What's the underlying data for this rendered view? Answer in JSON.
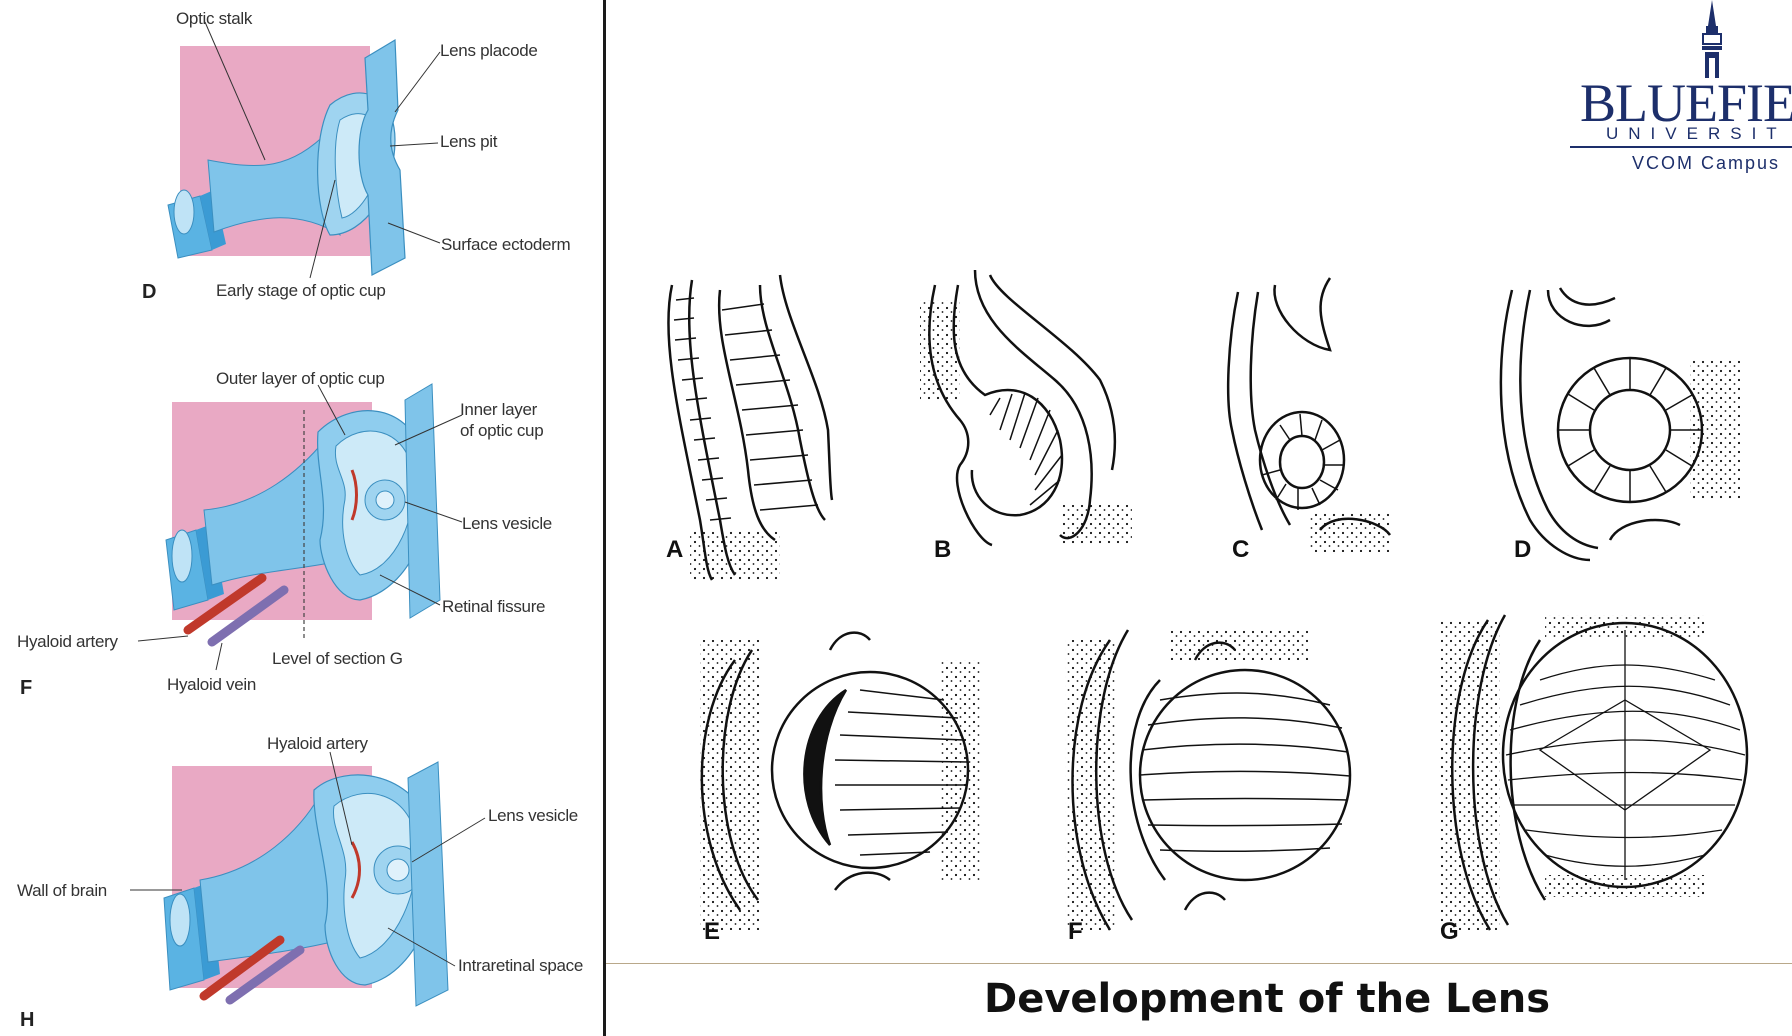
{
  "slide": {
    "title": "Development of the Lens"
  },
  "logo": {
    "wordmark": "BLUEFIEL",
    "subline": "UNIVERSIT",
    "campus": "VCOM Campus",
    "brand_color": "#1d2f6b"
  },
  "left_figure": {
    "panels": [
      {
        "letter": "D",
        "labels": [
          "Optic stalk",
          "Lens placode",
          "Lens pit",
          "Surface ectoderm",
          "Early stage of optic cup"
        ]
      },
      {
        "letter": "F",
        "labels": [
          "Outer layer of optic cup",
          "Inner layer",
          "of optic cup",
          "Lens vesicle",
          "Retinal fissure",
          "Hyaloid artery",
          "Level of section G",
          "Hyaloid vein"
        ]
      },
      {
        "letter": "H",
        "labels": [
          "Hyaloid artery",
          "Lens vesicle",
          "Wall of brain",
          "Intraretinal space"
        ]
      }
    ],
    "colors": {
      "background_pink": "#e9a9c4",
      "tissue_blue": "#7fc4ea",
      "tissue_light": "#bfe3f6",
      "artery_red": "#c0392b",
      "vein_purple": "#7e6fb0"
    }
  },
  "right_figure": {
    "stage_letters": [
      "A",
      "B",
      "C",
      "D",
      "E",
      "F",
      "G"
    ]
  }
}
